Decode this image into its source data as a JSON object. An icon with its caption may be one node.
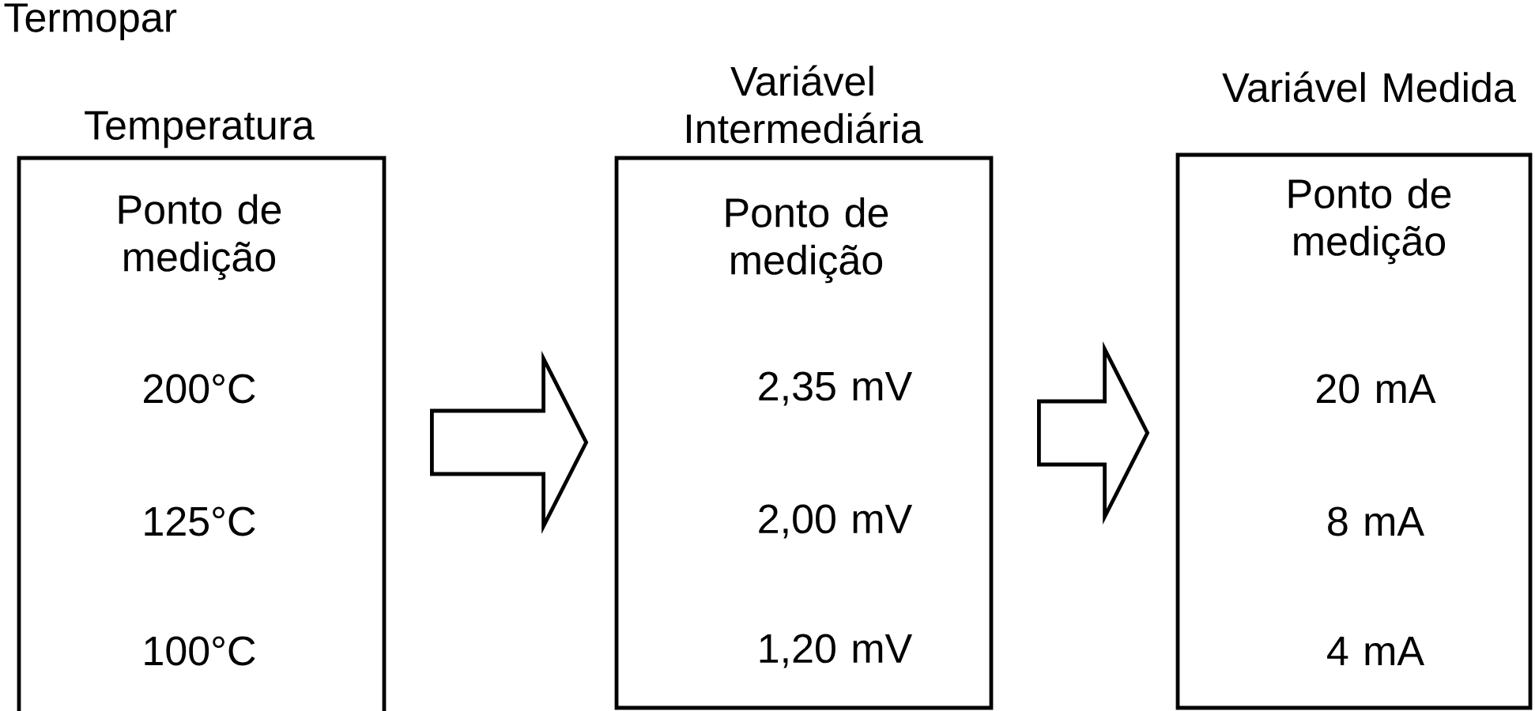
{
  "diagram": {
    "title": "Termopar",
    "nodes": [
      {
        "text": [
          "Temperatura",
          "Ponto de medição",
          "200°C",
          "125°C",
          "100°C"
        ]
      },
      {
        "text": [
          "Variável Intermediária",
          "Ponto de medição",
          "2,35 mV",
          "2,00 mV",
          "1,20 mV"
        ]
      },
      {
        "text": [
          "Variável Medida",
          "Ponto de medição",
          "20 mA",
          "8 mA",
          "4 mA"
        ]
      }
    ],
    "edges": [
      {
        "from": 0,
        "to": 1,
        "arrow": "to"
      },
      {
        "from": 1,
        "to": 2,
        "arrow": "to"
      }
    ]
  }
}
